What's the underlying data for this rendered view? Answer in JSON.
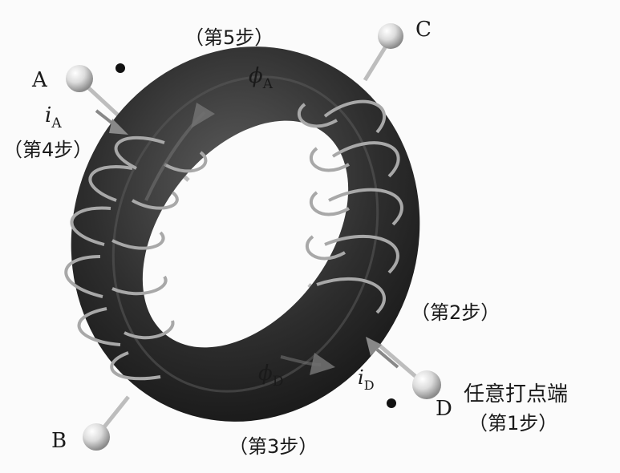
{
  "terminals": {
    "a": "A",
    "b": "B",
    "c": "C",
    "d": "D"
  },
  "currents": {
    "a_symbol": "i",
    "a_sub": "A",
    "d_symbol": "i",
    "d_sub": "D"
  },
  "fluxes": {
    "a_symbol": "ϕ",
    "a_sub": "A",
    "d_symbol": "ϕ",
    "d_sub": "D"
  },
  "steps": {
    "step1": "（第1步）",
    "step2": "（第2步）",
    "step3": "（第3步）",
    "step4": "（第4步）",
    "step5": "（第5步）"
  },
  "notes": {
    "arbitrary_dot_end": "任意打点端"
  },
  "colors": {
    "core": "#2e2e2e",
    "wire": "#a8a8a8",
    "flux_arrow": "#6f6f6f",
    "dot": "#111111"
  }
}
